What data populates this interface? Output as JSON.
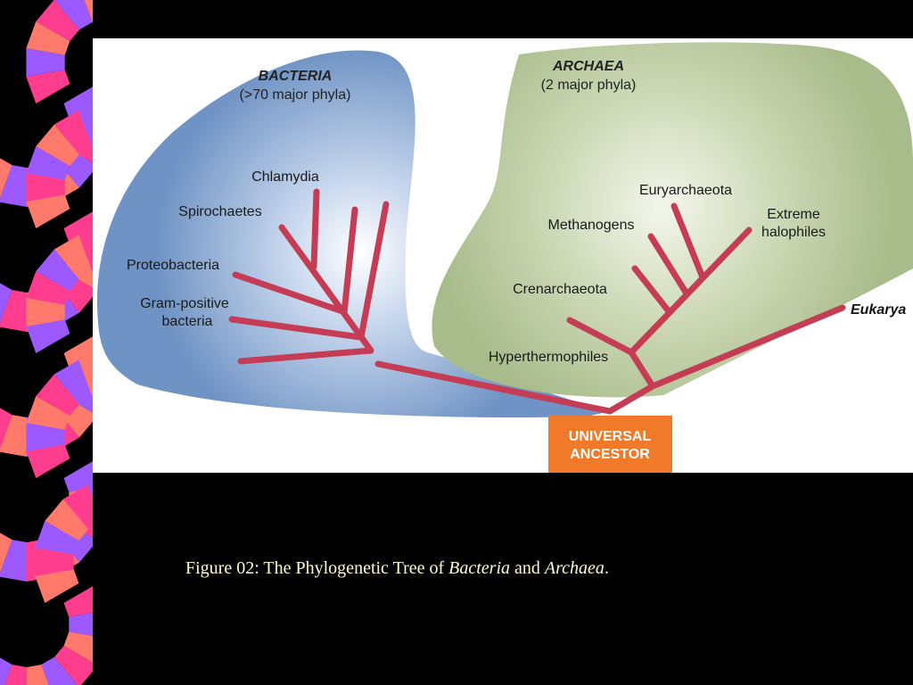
{
  "colors": {
    "background": "#000000",
    "bacteria_region": "#7b9cc8",
    "archaea_region": "#b3c495",
    "branch": "#c43d55",
    "ancestor_box": "#f07a2a",
    "caption_text": "#ffffcc",
    "decoration": [
      "#ff3d8f",
      "#9b59ff",
      "#ff7a6b"
    ]
  },
  "diagram": {
    "bacteria": {
      "title": "BACTERIA",
      "subtitle": "(>70 major phyla)"
    },
    "archaea": {
      "title": "ARCHAEA",
      "subtitle": "(2 major phyla)"
    },
    "labels": {
      "chlamydia": "Chlamydia",
      "spirochaetes": "Spirochaetes",
      "proteobacteria": "Proteobacteria",
      "gram_positive_1": "Gram-positive",
      "gram_positive_2": "bacteria",
      "euryarchaeota": "Euryarchaeota",
      "methanogens": "Methanogens",
      "extreme_halophiles_1": "Extreme",
      "extreme_halophiles_2": "halophiles",
      "crenarchaeota": "Crenarchaeota",
      "hyperthermophiles": "Hyperthermophiles",
      "eukarya": "Eukarya"
    },
    "ancestor": {
      "line1": "UNIVERSAL",
      "line2": "ANCESTOR"
    }
  },
  "caption": {
    "prefix": "Figure 02: The Phylogenetic Tree of ",
    "term1": "Bacteria",
    "middle": " and ",
    "term2": "Archaea",
    "suffix": "."
  }
}
